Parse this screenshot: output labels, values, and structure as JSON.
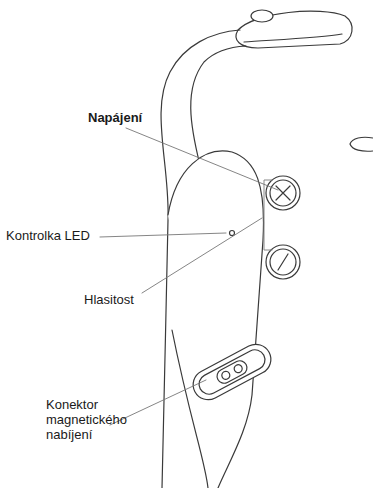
{
  "diagram": {
    "labels": [
      "Napájení",
      "Kontrolka LED",
      "Hlasitost",
      "Konektor magnetického nabíjení"
    ]
  }
}
